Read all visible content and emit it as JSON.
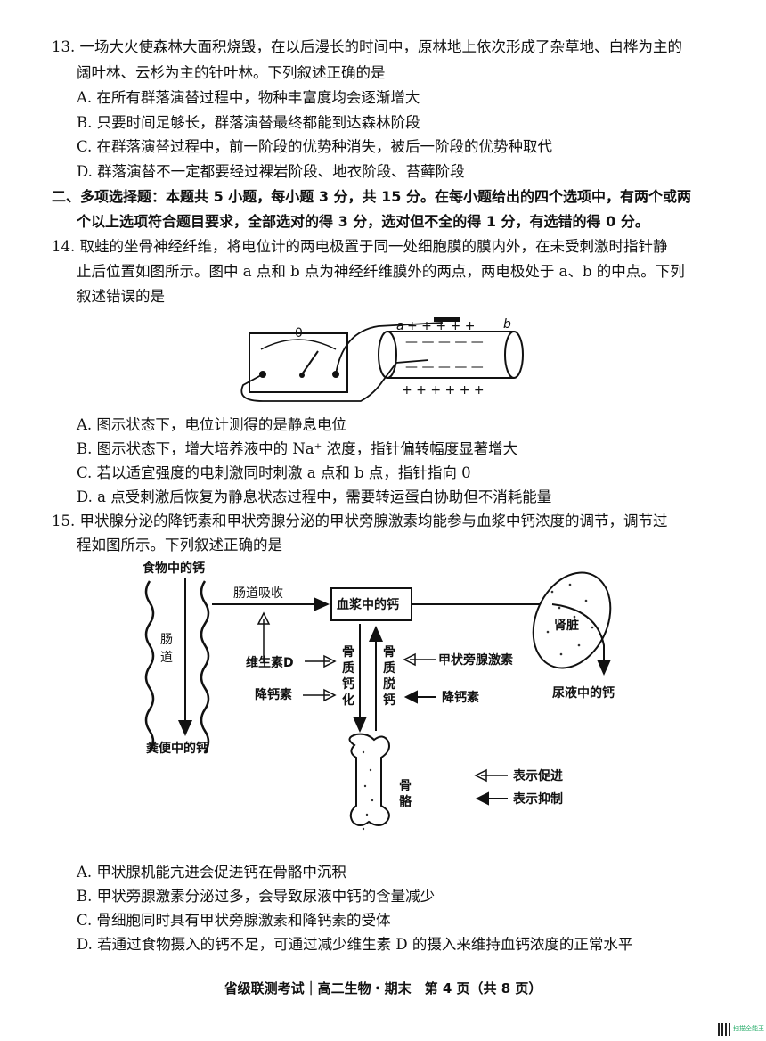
{
  "q13": {
    "stem1": "13. 一场大火使森林大面积烧毁，在以后漫长的时间中，原林地上依次形成了杂草地、白桦为主的",
    "stem2": "阔叶林、云杉为主的针叶林。下列叙述正确的是",
    "A": "A. 在所有群落演替过程中，物种丰富度均会逐渐增大",
    "B": "B. 只要时间足够长，群落演替最终都能到达森林阶段",
    "C": "C. 在群落演替过程中，前一阶段的优势种消失，被后一阶段的优势种取代",
    "D": "D. 群落演替不一定都要经过裸岩阶段、地衣阶段、苔藓阶段"
  },
  "section2": {
    "line1": "二、多项选择题：本题共 5 小题，每小题 3 分，共 15 分。在每小题给出的四个选项中，有两个或两",
    "line2": "个以上选项符合题目要求，全部选对的得 3 分，选对但不全的得 1 分，有选错的得 0 分。"
  },
  "q14": {
    "stem1": "14. 取蛙的坐骨神经纤维，将电位计的两电极置于同一处细胞膜的膜内外，在未受刺激时指针静",
    "stem2": "止后位置如图所示。图中 a 点和 b 点为神经纤维膜外的两点，两电极处于 a、b 的中点。下列",
    "stem3": "叙述错误的是",
    "fig": {
      "zero": "0",
      "a": "a",
      "b": "b",
      "top_signs": "+ + + + +",
      "inner_top": "— — — — —",
      "inner_bottom": "— — — — —",
      "bottom_signs": "+ + + + + +"
    },
    "A": "A. 图示状态下，电位计测得的是静息电位",
    "B": "B. 图示状态下，增大培养液中的 Na⁺ 浓度，指针偏转幅度显著增大",
    "C": "C. 若以适宜强度的电刺激同时刺激 a 点和 b 点，指针指向 0",
    "D": "D. a 点受刺激后恢复为静息状态过程中，需要转运蛋白协助但不消耗能量"
  },
  "q15": {
    "stem1": "15. 甲状腺分泌的降钙素和甲状旁腺分泌的甲状旁腺激素均能参与血浆中钙浓度的调节，调节过",
    "stem2": "程如图所示。下列叙述正确的是",
    "fig": {
      "food": "食物中的钙",
      "intestine1": "肠",
      "intestine2": "道",
      "absorb": "肠道吸收",
      "plasma": "血浆中的钙",
      "kidney": "肾脏",
      "urine": "尿液中的钙",
      "feces": "粪便中的钙",
      "vitd": "维生素D",
      "calcitonin_left": "降钙素",
      "calcitonin_right": "降钙素",
      "pth": "甲状旁腺激素",
      "calcify": [
        "骨",
        "质",
        "钙",
        "化"
      ],
      "decalcify": [
        "骨",
        "质",
        "脱",
        "钙"
      ],
      "bone": [
        "骨",
        "骼"
      ],
      "legend_promote": "表示促进",
      "legend_inhibit": "表示抑制"
    },
    "A": "A. 甲状腺机能亢进会促进钙在骨骼中沉积",
    "B": "B. 甲状旁腺激素分泌过多，会导致尿液中钙的含量减少",
    "C": "C. 骨细胞同时具有甲状旁腺激素和降钙素的受体",
    "D": "D. 若通过食物摄入的钙不足，可通过减少维生素 D 的摄入来维持血钙浓度的正常水平"
  },
  "footer": "省级联测考试｜高二生物・期末　第 4 页（共 8 页）",
  "watermark": "扫描全能王"
}
